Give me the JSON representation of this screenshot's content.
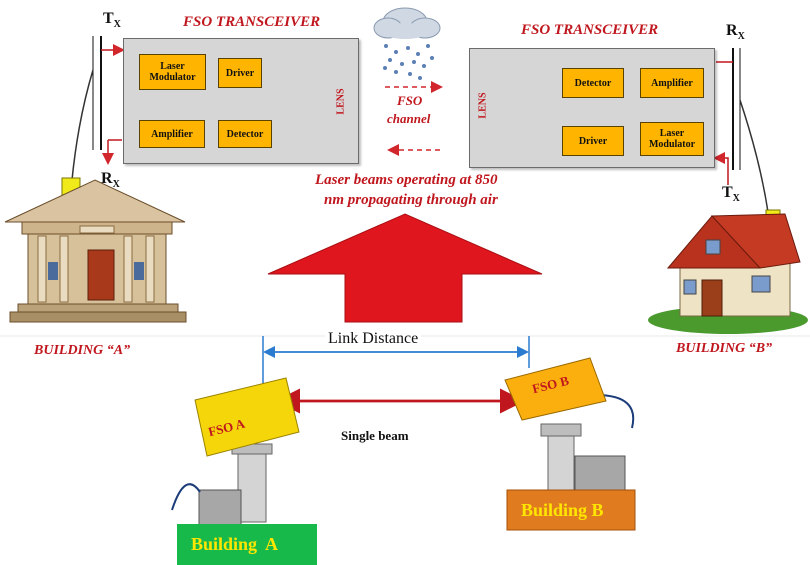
{
  "left_transceiver": {
    "title": "FSO TRANSCEIVER",
    "blocks": {
      "laser_modulator": "Laser Modulator",
      "driver": "Driver",
      "amplifier": "Amplifier",
      "detector": "Detector",
      "lens": "LENS"
    },
    "tx_label": "T",
    "tx_sub": "X",
    "rx_label": "R",
    "rx_sub": "X"
  },
  "right_transceiver": {
    "title": "FSO TRANSCEIVER",
    "blocks": {
      "detector": "Detector",
      "amplifier": "Amplifier",
      "driver": "Driver",
      "laser_modulator": "Laser Modulator",
      "lens": "LENS"
    },
    "rx_label": "R",
    "rx_sub": "X",
    "tx_label": "T",
    "tx_sub": "X"
  },
  "channel": {
    "line1": "FSO",
    "line2": "channel"
  },
  "caption": {
    "line1": "Laser beams operating at 850",
    "line2": "nm propagating through air"
  },
  "building_a_label": "BUILDING “A”",
  "building_b_label": "BUILDING “B”",
  "bottom": {
    "link_distance": "Link Distance",
    "single_beam": "Single beam",
    "fso_a": "FSO A",
    "fso_b": "FSO B",
    "building_a": "Building  A",
    "building_b": "Building B"
  },
  "colors": {
    "accent_red": "#c0171e",
    "block_orange": "#ffb400",
    "panel_gray": "#d6d6d6",
    "building_a_green": "#16b94a",
    "building_b_orange": "#e07b1f",
    "fso_yellow": "#f5d60a"
  }
}
